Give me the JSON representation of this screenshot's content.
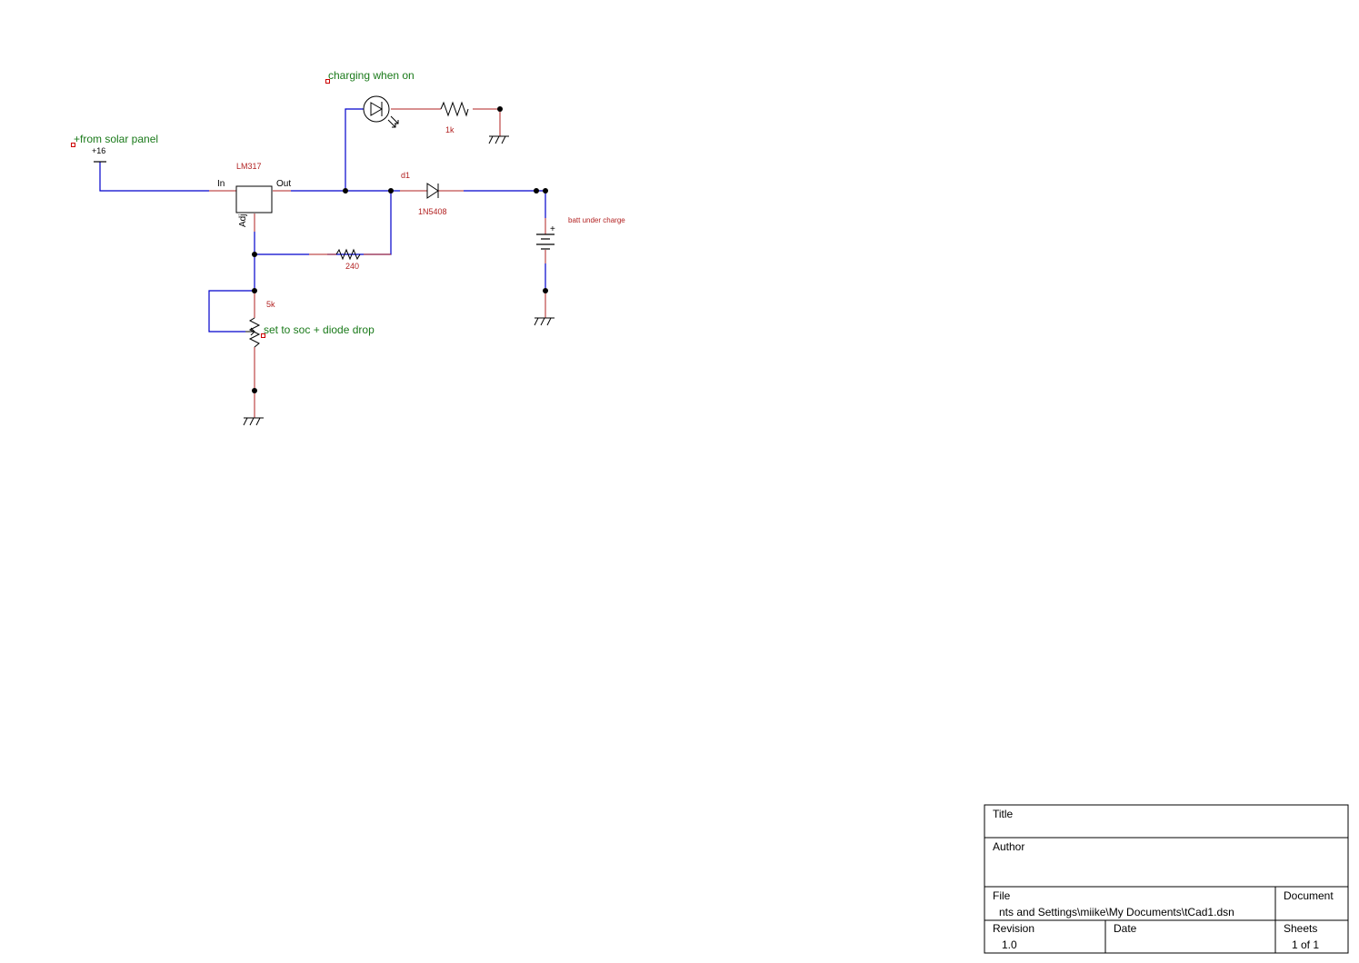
{
  "notes": {
    "charging": "charging  when on",
    "solar": "+from solar panel",
    "setpoint": "set to soc + diode drop"
  },
  "components": {
    "supply": "+16",
    "regulator": "LM317",
    "reg_in": "In",
    "reg_out": "Out",
    "reg_adj": "Adj",
    "diode_ref": "d1",
    "diode_value": "1N5408",
    "led_resistor": "1k",
    "adj_resistor": "240",
    "pot": "5k",
    "battery_label": "batt under charge",
    "battery_plus": "+"
  },
  "colors": {
    "wire": "#0000cc",
    "lead": "#b22222",
    "symbol": "#000000",
    "note": "#1a7a1a"
  },
  "title_block": {
    "title_label": "Title",
    "title_value": "",
    "author_label": "Author",
    "author_value": "",
    "file_label": "File",
    "file_value": "nts and Settings\\miike\\My Documents\\tCad1.dsn",
    "document_label": "Document",
    "revision_label": "Revision",
    "revision_value": "1.0",
    "date_label": "Date",
    "sheets_label": "Sheets",
    "sheets_value": "1 of 1"
  }
}
